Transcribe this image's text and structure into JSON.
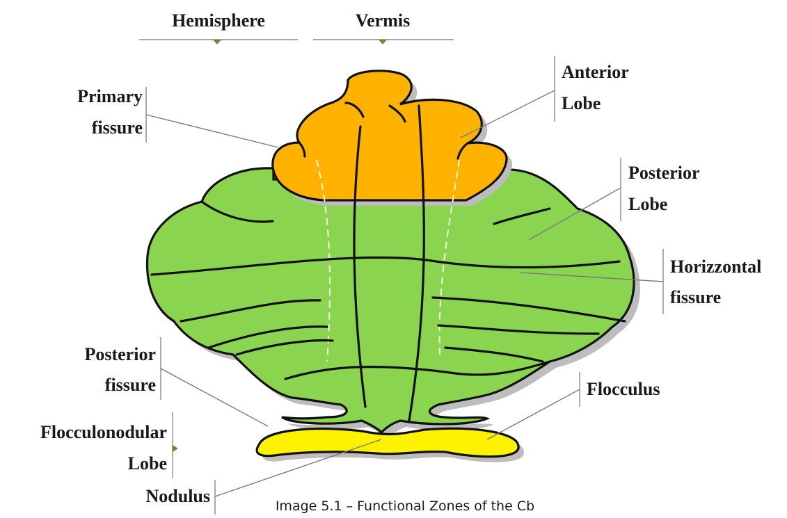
{
  "header": {
    "hemisphere": "Hemisphere",
    "vermis": "Vermis"
  },
  "labels": {
    "primary_fissure": [
      "Primary",
      "fissure"
    ],
    "anterior_lobe": [
      "Anterior",
      "Lobe"
    ],
    "posterior_lobe": [
      "Posterior",
      "Lobe"
    ],
    "horizontal_fissure": [
      "Horizzontal",
      "fissure"
    ],
    "posterior_fissure": [
      "Posterior",
      "fissure"
    ],
    "flocculus": "Flocculus",
    "flocculonodular_lobe": [
      "Flocculonodular",
      "Lobe"
    ],
    "nodulus": "Nodulus"
  },
  "caption": "Image 5.1 – Functional Zones of the Cb",
  "colors": {
    "anterior_lobe": "#FFB300",
    "posterior_lobe": "#8BD44F",
    "flocculonodular_lobe": "#FFF200",
    "outline": "#111111",
    "shadow": "#BDBDBD"
  }
}
